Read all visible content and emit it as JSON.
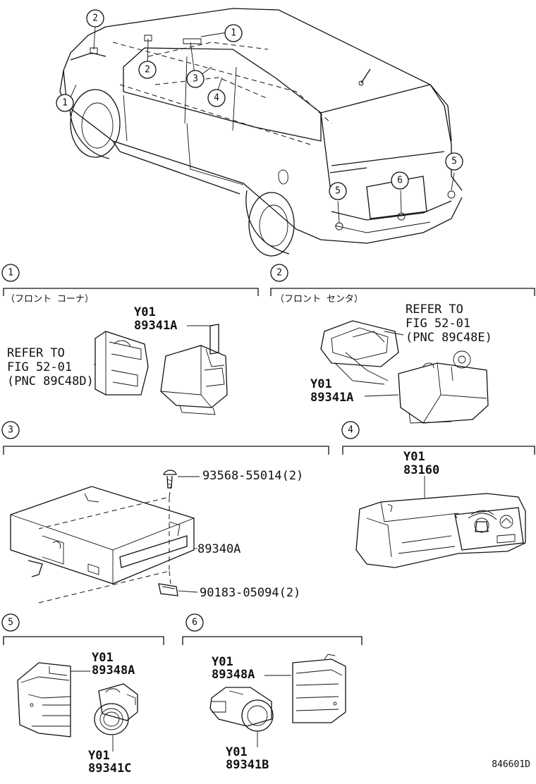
{
  "overview": {
    "callouts": [
      "2",
      "1",
      "2",
      "3",
      "1",
      "4",
      "5",
      "6",
      "5"
    ]
  },
  "sections": [
    {
      "num": "1",
      "note": "（フロント コーナ）",
      "refer": [
        "REFER TO",
        "FIG 52-01",
        "(PNC 89C48D)"
      ],
      "part": [
        "Y01",
        "89341A"
      ]
    },
    {
      "num": "2",
      "note": "（フロント センタ）",
      "refer": [
        "REFER TO",
        "FIG 52-01",
        "(PNC 89C48E)"
      ],
      "part": [
        "Y01",
        "89341A"
      ]
    },
    {
      "num": "3",
      "parts": [
        "93568-55014(2)",
        "89340A",
        "90183-05094(2)"
      ]
    },
    {
      "num": "4",
      "part": [
        "Y01",
        "83160"
      ]
    },
    {
      "num": "5",
      "part_a": [
        "Y01",
        "89348A"
      ],
      "part_b": [
        "Y01",
        "89341C"
      ]
    },
    {
      "num": "6",
      "part_a": [
        "Y01",
        "89348A"
      ],
      "part_b": [
        "Y01",
        "89341B"
      ]
    }
  ],
  "footer": {
    "code": "846601D"
  }
}
